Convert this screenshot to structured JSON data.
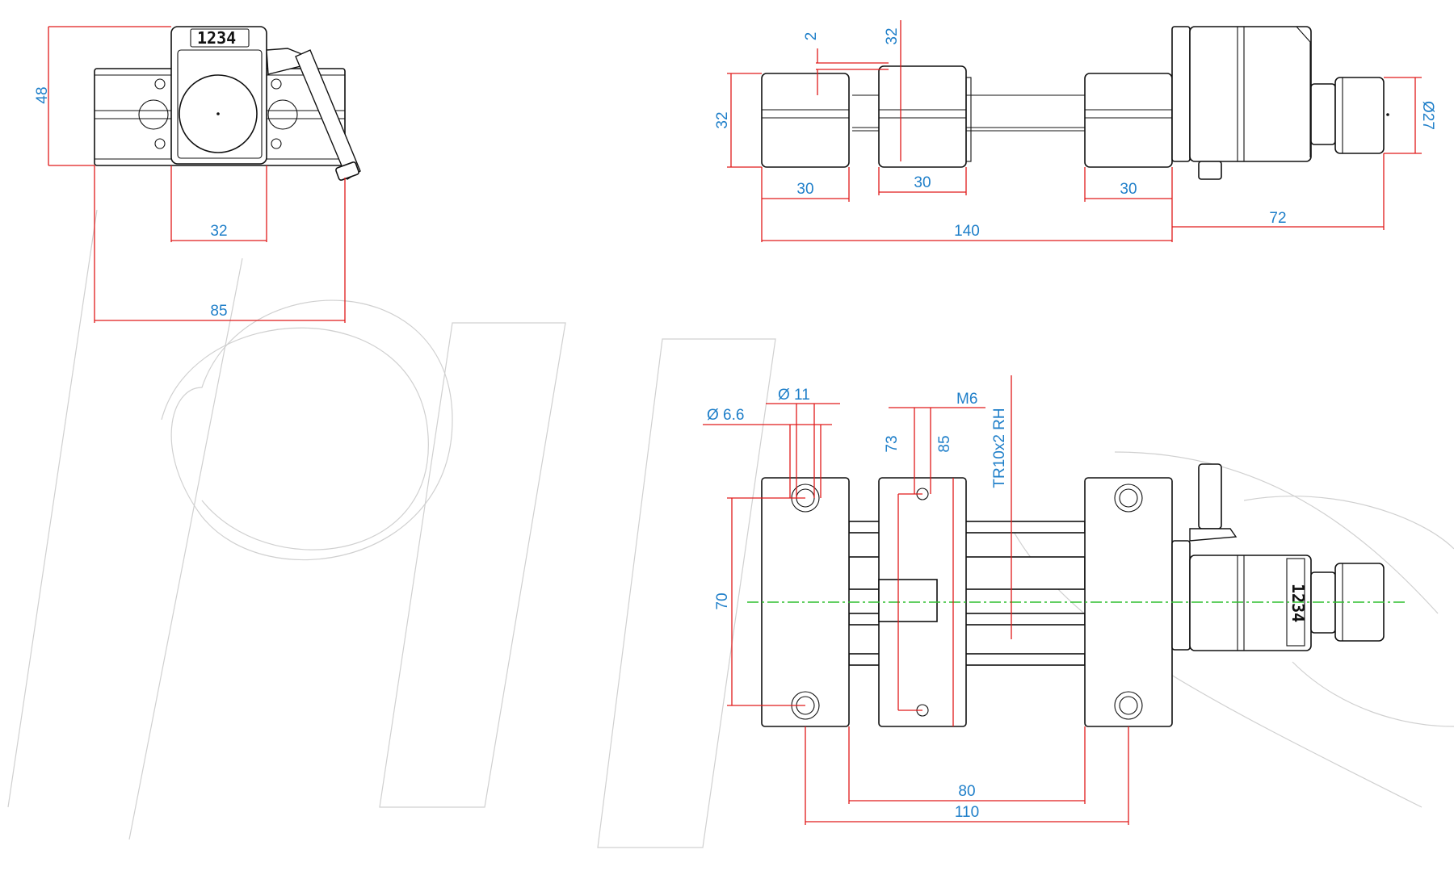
{
  "display": {
    "counter": "1234"
  },
  "dimensions": {
    "side_height": "48",
    "side_width_32": "32",
    "side_overall": "85",
    "top_gap": "2",
    "top_height_32": "32",
    "top_block_height": "32",
    "top_block_a": "30",
    "top_block_b": "30",
    "top_block_c": "30",
    "top_length_140": "140",
    "top_length_72": "72",
    "top_diameter": "Ø27",
    "plan_hole_small": "Ø 6.6",
    "plan_hole_large": "Ø 11",
    "plan_thread": "M6",
    "plan_73": "73",
    "plan_85": "85",
    "plan_spindle": "TR10x2 RH",
    "plan_70": "70",
    "plan_80": "80",
    "plan_110": "110"
  },
  "colors": {
    "dimension_line": "#e01a1a",
    "dimension_text": "#1f7fc9",
    "outline": "#111111",
    "center_line": "#2fbf2f",
    "watermark": "#d0d0d0"
  }
}
